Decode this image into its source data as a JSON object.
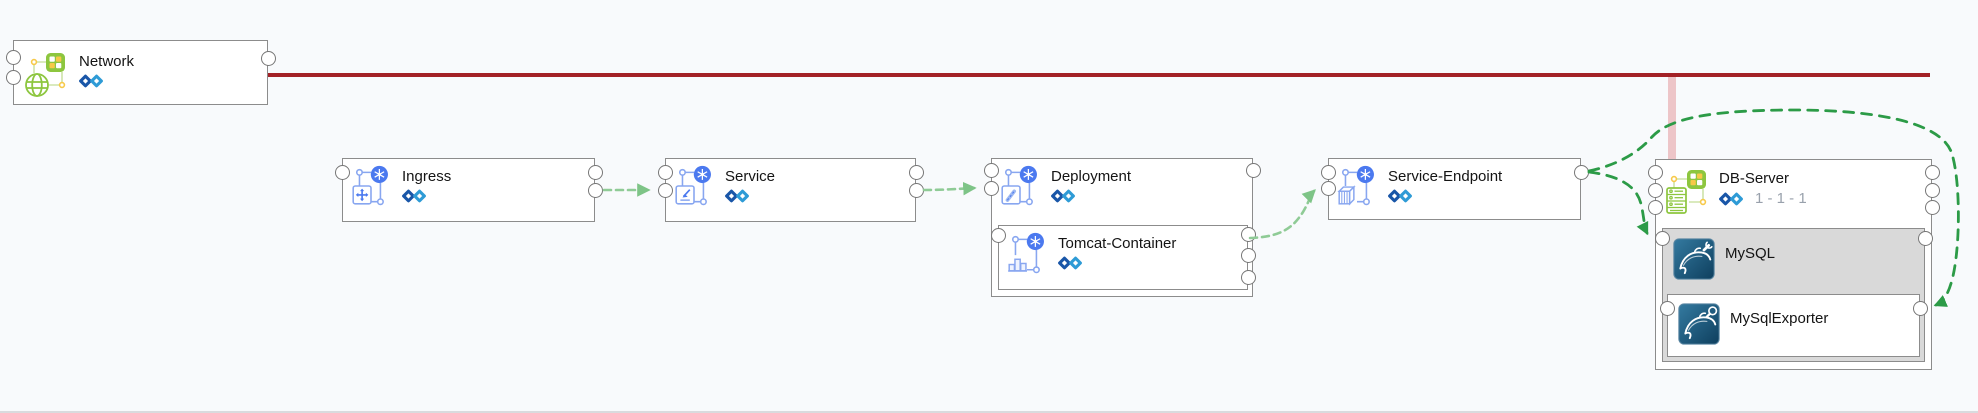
{
  "nodes": {
    "network": {
      "label": "Network"
    },
    "ingress": {
      "label": "Ingress"
    },
    "service": {
      "label": "Service"
    },
    "deployment": {
      "label": "Deployment"
    },
    "tomcat_container": {
      "label": "Tomcat-Container"
    },
    "service_endpoint": {
      "label": "Service-Endpoint"
    },
    "db_server": {
      "label": "DB-Server",
      "instances": "1 - 1 - 1"
    },
    "mysql": {
      "label": "MySQL"
    },
    "mysql_exporter": {
      "label": "MySqlExporter"
    }
  },
  "connections": [
    {
      "from": "Network",
      "to": "DB-Server",
      "style": "red-solid"
    },
    {
      "from": "Ingress",
      "to": "Service",
      "style": "pale-green-dashed-arrow"
    },
    {
      "from": "Service",
      "to": "Deployment",
      "style": "pale-green-dashed-arrow"
    },
    {
      "from": "Tomcat-Container",
      "to": "Service-Endpoint",
      "style": "pale-green-dashed-arrow"
    },
    {
      "from": "Service-Endpoint",
      "to": "MySQL",
      "style": "dark-green-dashed-arrow"
    },
    {
      "from": "Service-Endpoint",
      "to": "MySqlExporter",
      "style": "dark-green-dashed-arrow"
    }
  ],
  "colors": {
    "background": "#f8fafc",
    "node_border": "#8c8c8c",
    "mysql_node_bg": "#d9d9d9",
    "red_relation": "#a32126",
    "pink_relation": "#edc5c8",
    "pale_green_relation": "#8fcb96",
    "dark_green_relation": "#2c9b47",
    "instances_text": "#99a1ac",
    "kubernetes_blue": "#4b79ef",
    "vmware_green": "#8dc63f",
    "mysql_badge": "#1d5a7d"
  }
}
